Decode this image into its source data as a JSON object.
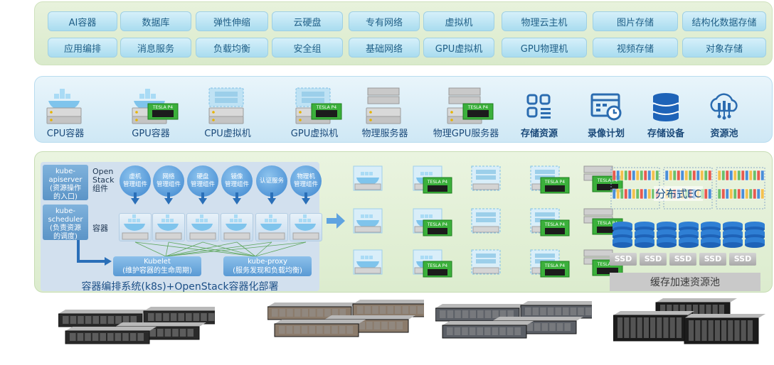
{
  "services": {
    "row1": [
      "AI容器",
      "数据库",
      "弹性伸缩",
      "云硬盘",
      "专有网络",
      "虚拟机",
      "物理云主机",
      "图片存储",
      "结构化数据存储"
    ],
    "row2": [
      "应用编排",
      "消息服务",
      "负载均衡",
      "安全组",
      "基础网络",
      "GPU虚拟机",
      "GPU物理机",
      "视频存储",
      "对象存储"
    ]
  },
  "resources": {
    "items": [
      {
        "label": "CPU容器",
        "icon": "docker-server-icon"
      },
      {
        "label": "GPU容器",
        "icon": "docker-gpu-icon"
      },
      {
        "label": "CPU虚拟机",
        "icon": "vm-server-icon"
      },
      {
        "label": "GPU虚拟机",
        "icon": "vm-gpu-icon"
      },
      {
        "label": "物理服务器",
        "icon": "physical-server-icon"
      },
      {
        "label": "物理GPU服务器",
        "icon": "physical-gpu-server-icon"
      },
      {
        "label": "存储资源",
        "icon": "storage-resource-icon"
      },
      {
        "label": "录像计划",
        "icon": "recording-plan-icon"
      },
      {
        "label": "存储设备",
        "icon": "storage-device-icon"
      },
      {
        "label": "资源池",
        "icon": "resource-pool-icon"
      }
    ],
    "gpu_badge": "TESLA P4"
  },
  "k8s": {
    "apiserver": "kube-apiserver（资源操作的入口）",
    "apiserver_lines": [
      "kube-",
      "apiserver",
      "(资源操作",
      "的入口)"
    ],
    "scheduler_lines": [
      "kube-",
      "scheduler",
      "(负责资源",
      "的调度)"
    ],
    "openstack_lines": [
      "Open",
      "Stack",
      "组件"
    ],
    "container_label": "容器",
    "components": [
      [
        "虚机",
        "管理组件"
      ],
      [
        "网络",
        "管理组件"
      ],
      [
        "硬盘",
        "管理组件"
      ],
      [
        "镜像",
        "管理组件"
      ],
      [
        "认证服务"
      ],
      [
        "物理机",
        "管理组件"
      ]
    ],
    "kubelet_lines": [
      "Kubelet",
      "(维护容器的生命周期)"
    ],
    "kubeproxy_lines": [
      "kube-proxy",
      "(服务发现和负载均衡)"
    ],
    "caption": "容器编排系统(k8s)+OpenStack容器化部署"
  },
  "storage": {
    "ec_label": "分布式EC",
    "ssd_labels": [
      "SSD",
      "SSD",
      "SSD",
      "SSD",
      "SSD"
    ],
    "cache_label": "缓存加速资源池"
  },
  "colors": {
    "service_text": "#1f5f87",
    "resource_text": "#1b4a7a",
    "accent_blue": "#2a6fb8",
    "gpu_green": "#3bb03b"
  }
}
